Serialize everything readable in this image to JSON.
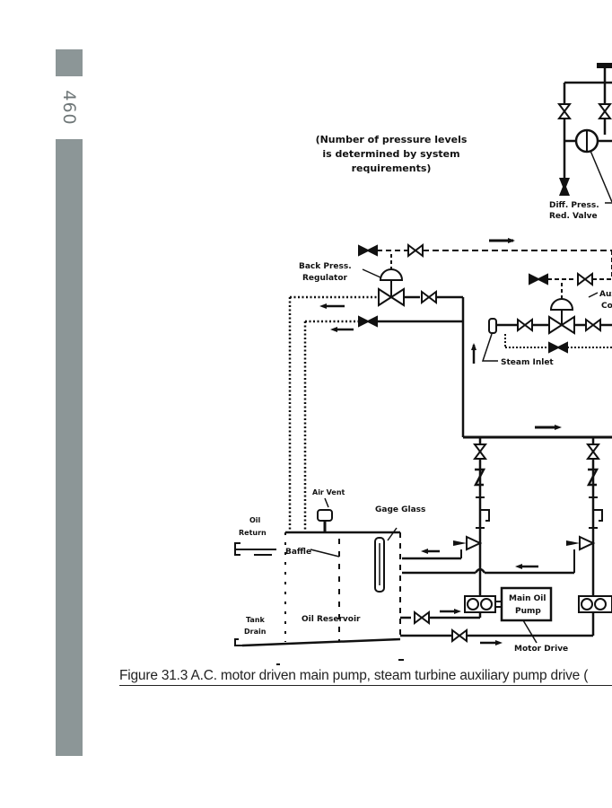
{
  "page": {
    "page_number": "460",
    "side_bar_color": "#8c9697"
  },
  "figure": {
    "caption": "Figure 31.3 A.C. motor driven main pump, steam turbine auxiliary pump drive (",
    "note": "(Number of pressure levels is determined by system requirements)",
    "labels": {
      "diff_press_line1": "Diff. Press.",
      "diff_press_line2": "Red. Valve",
      "back_press_line1": "Back Press.",
      "back_press_line2": "Regulator",
      "aux_line1": "Aux.",
      "aux_line2": "Cont",
      "steam_inlet": "Steam Inlet",
      "air_vent": "Air Vent",
      "gage_glass": "Gage Glass",
      "oil_return_line1": "Oil",
      "oil_return_line2": "Return",
      "baffle": "Baffle",
      "tank_drain_line1": "Tank",
      "tank_drain_line2": "Drain",
      "oil_reservoir": "Oil Reservoir",
      "main_oil_pump_line1": "Main Oil",
      "main_oil_pump_line2": "Pump",
      "motor_drive": "Motor Drive"
    }
  }
}
